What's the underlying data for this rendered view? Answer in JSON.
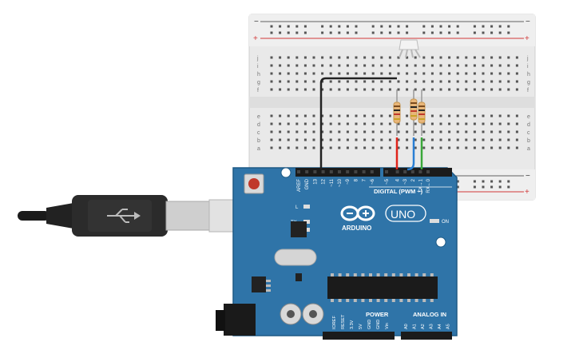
{
  "breadboard": {
    "power_minus": "−",
    "power_plus": "+",
    "row_letters_top": [
      "j",
      "i",
      "h",
      "g",
      "f"
    ],
    "row_letters_bottom": [
      "e",
      "d",
      "c",
      "b",
      "a"
    ],
    "column_count": 30
  },
  "arduino": {
    "brand": "ARDUINO",
    "model": "UNO",
    "header_digital_label": "DIGITAL (PWM ~)",
    "digital_pins": [
      "AREF",
      "GND",
      "13",
      "12",
      "~11",
      "~10",
      "~9",
      "8",
      "7",
      "~6",
      "~5",
      "4",
      "~3",
      "2",
      "TX→1",
      "RX←0"
    ],
    "power_label": "POWER",
    "power_pins": [
      "IOREF",
      "RESET",
      "3.3V",
      "5V",
      "GND",
      "GND",
      "Vin"
    ],
    "analog_label": "ANALOG IN",
    "analog_pins": [
      "A0",
      "A1",
      "A2",
      "A3",
      "A4",
      "A5"
    ],
    "led_labels": {
      "l": "L",
      "tx": "TX",
      "rx": "RX",
      "on": "ON"
    }
  },
  "colors": {
    "board": "#2f74a8",
    "board_edge": "#1e5a86",
    "breadboard": "#e9e9e9",
    "rail_red": "#d23a3a",
    "wire_black": "#222222",
    "wire_red": "#e0241b",
    "wire_blue": "#2a7fd4",
    "wire_green": "#3aa83a",
    "resistor": "#e8b679"
  }
}
